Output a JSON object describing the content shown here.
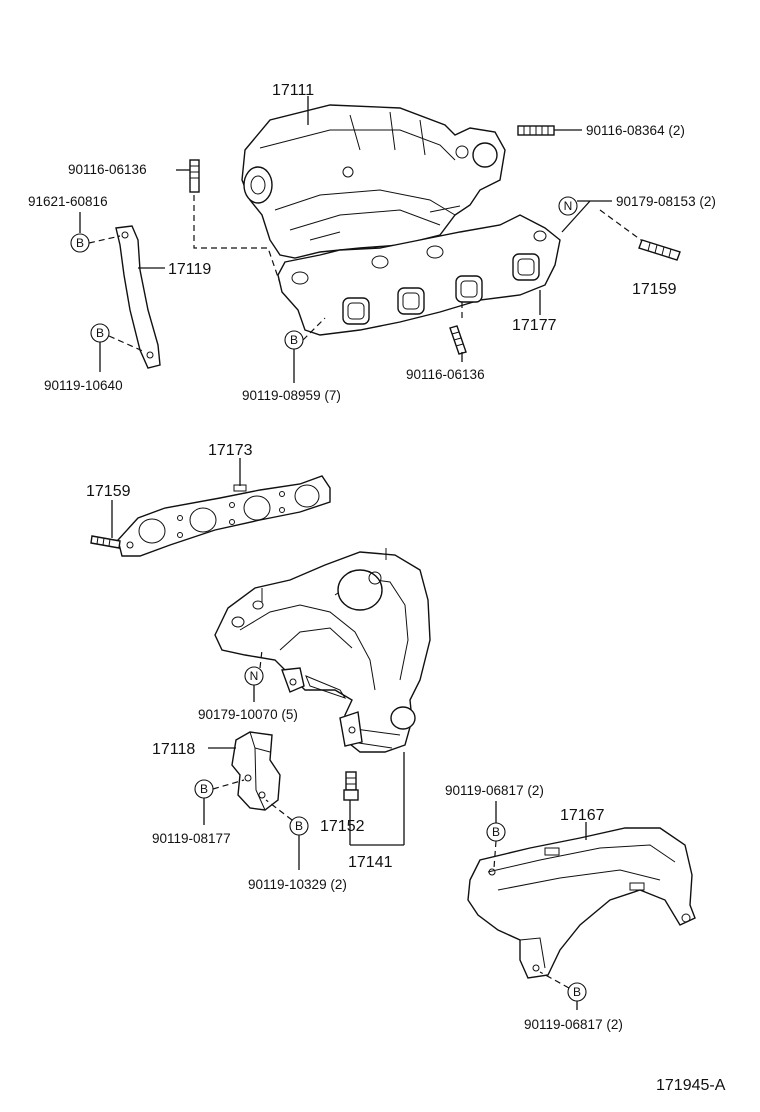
{
  "labels": {
    "intake_manifold": "17111",
    "stud_upper": "90116-08364 (2)",
    "stud_left": "90116-06136",
    "bolt_stay": "91621-60816",
    "stay": "17119",
    "nut_upper": "90179-08153 (2)",
    "stud_right": "17159",
    "gasket_intake": "17177",
    "bolt_stay_lower": "90119-10640",
    "bolt_manifold": "90119-08959 (7)",
    "stud_mid": "90116-06136",
    "gasket_exhaust": "17173",
    "stud_gasket": "17159",
    "nut_exhaust": "90179-10070 (5)",
    "bracket": "17118",
    "bolt_bracket": "90119-08177",
    "bolt_bracket2": "90119-10329 (2)",
    "plug": "17152",
    "exhaust_manifold": "17141",
    "bolt_cover_upper": "90119-06817 (2)",
    "cover": "17167",
    "bolt_cover_lower": "90119-06817 (2)",
    "diagram_id": "171945-A"
  },
  "symbols": {
    "bolt": "B",
    "nut": "N"
  }
}
